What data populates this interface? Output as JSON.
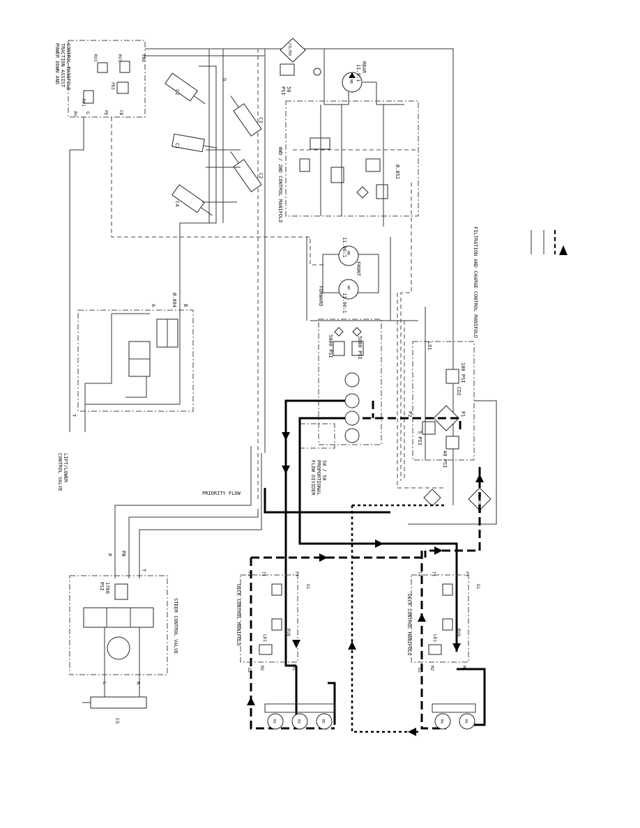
{
  "labels": {
    "traction_manifold": [
      "POWER DOWN AND",
      "TRACTION ASSIST",
      "CONTROL MANIFOLD"
    ],
    "rv2": "RV2",
    "rv3": "RV3",
    "rv1": "RV1",
    "pd3": "PD3",
    "chg": "CHG",
    "rv": "RV",
    "g": "G",
    "pd": "PD",
    "cb": "CB",
    "filter": "FILTER",
    "psi_50": "50",
    "psi_50_unit": "PSI",
    "rear": "REAR",
    "rear_ratio": "11.9:1",
    "rear_code": "MR",
    "wd_manifold": "4WD / 2WD CONTROL MANIFOLD",
    "orifice_052": "Ø.052",
    "orifice_094": "Ø.094",
    "c2": "C2",
    "c1": "C1",
    "c3": "C3",
    "c4": "C4",
    "lift_lower": [
      "LIFT/LOWER",
      "CONTROL VALVE"
    ],
    "port_a": "A",
    "port_b": "B",
    "port_t": "T",
    "port_p": "P",
    "port_pb": "PB",
    "port_l": "L",
    "port_r": "R",
    "forward": "FORWARD",
    "mr_ratio": "11.96:1",
    "mf_ratio": "11.96:1",
    "front": "FRONT",
    "mr": "MR",
    "mf": "MF",
    "psi_5000": "5000 PSI",
    "psi_5000b": "5000 PSI",
    "priority_flow": "PRIORITY FLOW",
    "divider": [
      "50 / 50",
      "PROPORTIONAL",
      "FLOW DIVIDER"
    ],
    "filtration_manifold": "FILTRATION AND CHARGE CONTROL MANIFOLD",
    "ld1": "LD1",
    "cd2": "CD2",
    "psi_100": "100 PSI",
    "psi_5": "5 PSI",
    "psi_40": "40 PSI",
    "p1": "P1",
    "p2": "P2",
    "oil_cooler": "OIL COOLER",
    "steer_valve": "STEER CONTROL VALVE",
    "psi_1780": "1780",
    "psi_1780_unit": "PSI",
    "cs": "CS",
    "deck_manifold_left": "DECK CONTROL MANIFOLD",
    "deck_manifold_right": "DECK CONTROL MANIFOLD",
    "m1": "M1",
    "m2": "M2",
    "m3": "M3",
    "m4": "M4",
    "m5": "M5",
    "g1": "G1",
    "g2": "G2",
    "t1": "T1",
    "t2": "T2",
    "rv8": "RV8",
    "rv9": "RV9",
    "ld1b": "LD1"
  },
  "legend": {
    "symbols": [
      "solid-line-pair",
      "dashed-line-pair",
      "dotted-line",
      "arrow-head"
    ]
  },
  "colors": {
    "line": "#000000",
    "thin": "#333333",
    "background": "#ffffff"
  }
}
